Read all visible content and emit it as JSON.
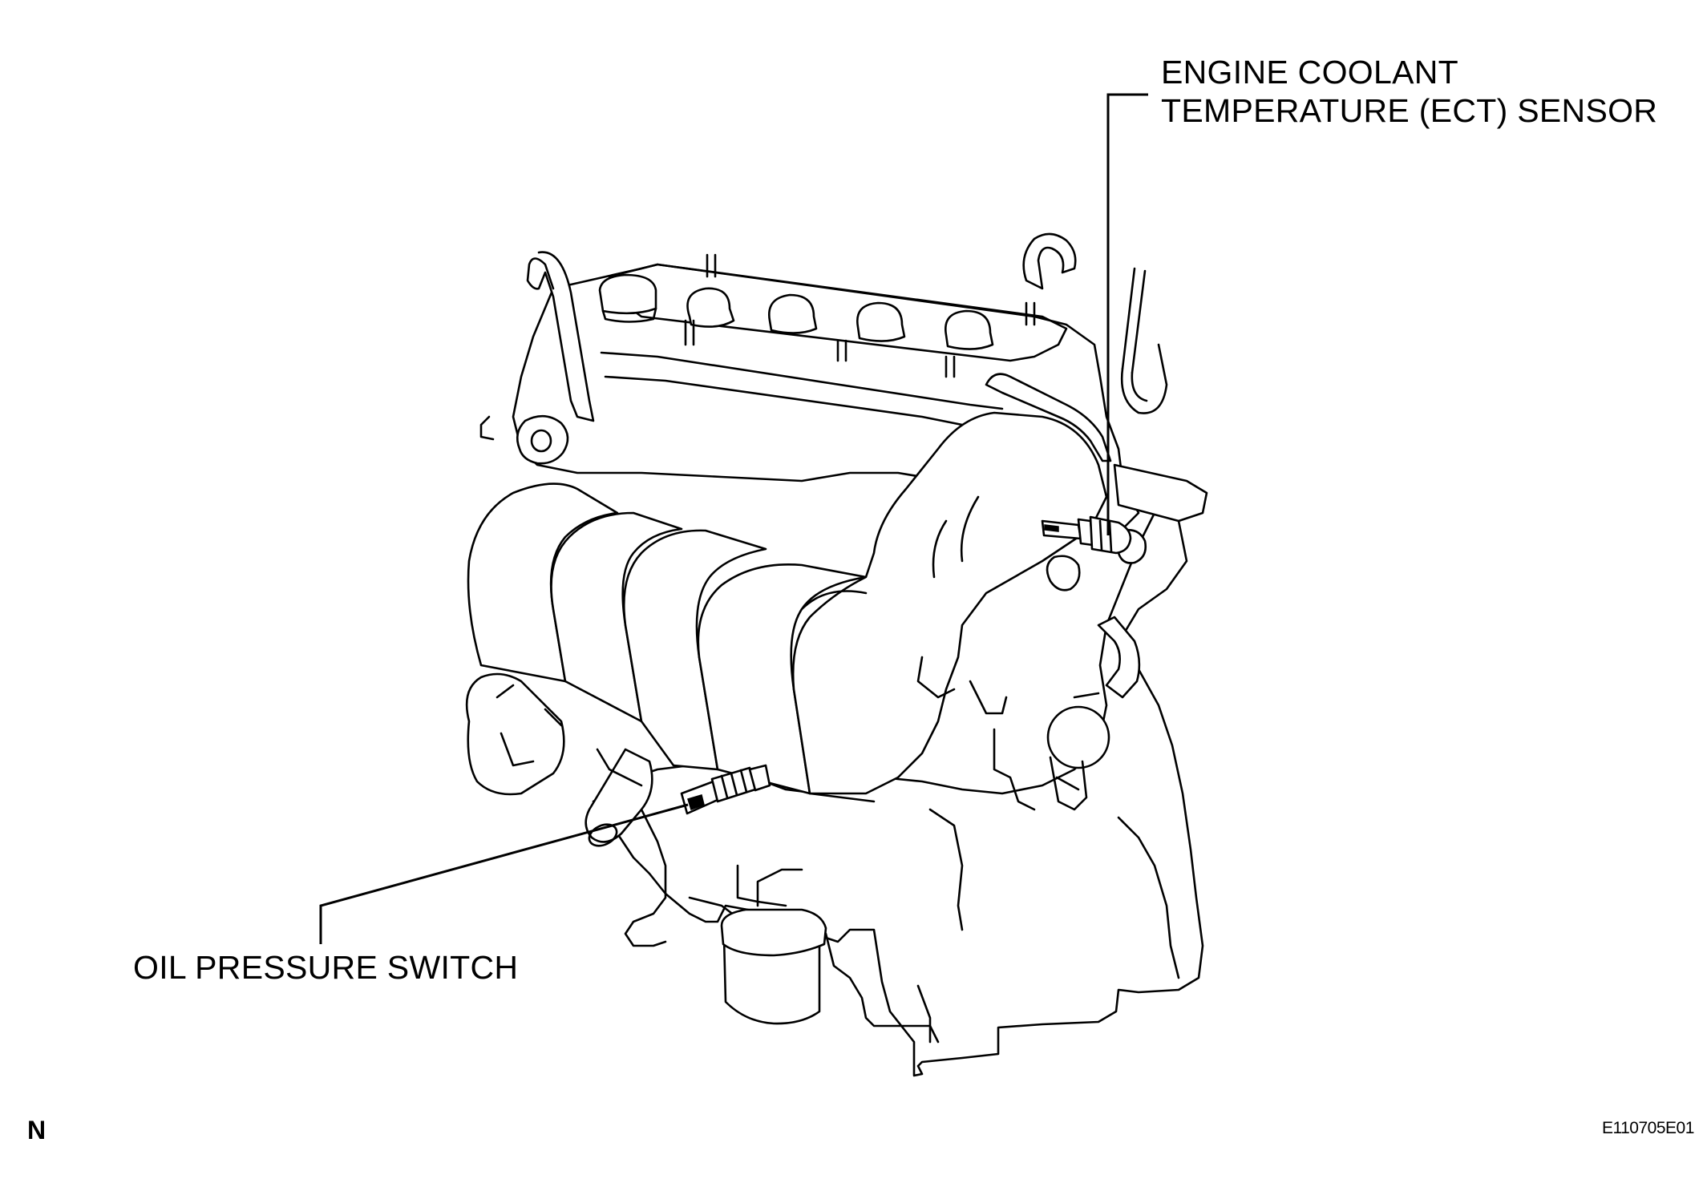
{
  "diagram": {
    "callouts": {
      "ect_sensor": [
        "ENGINE COOLANT",
        "TEMPERATURE (ECT) SENSOR"
      ],
      "oil_pressure_switch": "OIL PRESSURE SWITCH"
    },
    "corner_letter": "N",
    "figure_code": "E110705E01"
  }
}
